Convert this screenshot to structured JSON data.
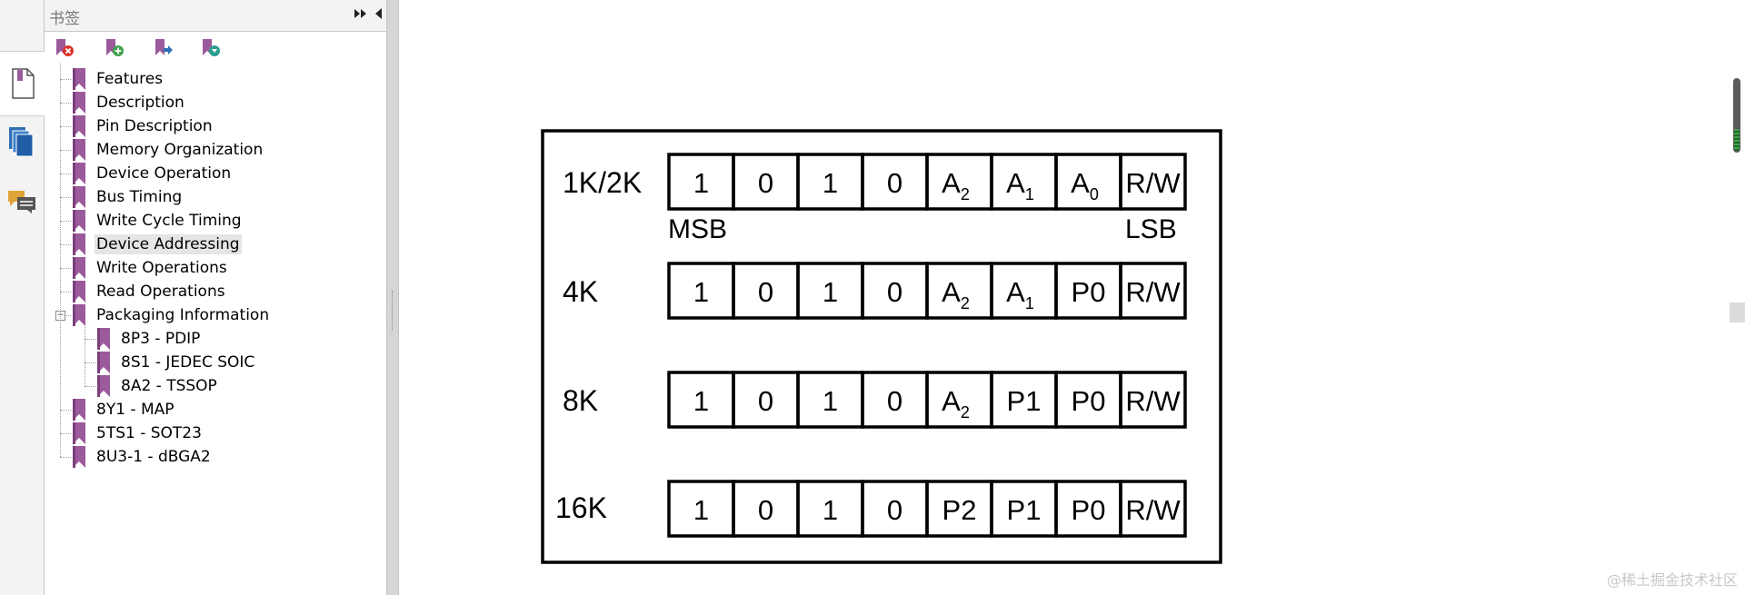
{
  "bookmark_panel": {
    "title": "书签",
    "toolbar_icons": [
      "delete-bookmark-icon",
      "add-bookmark-icon",
      "go-to-bookmark-icon",
      "bookmark-options-icon"
    ],
    "items": [
      {
        "label": "Features",
        "level": 1,
        "selected": false
      },
      {
        "label": "Description",
        "level": 1,
        "selected": false
      },
      {
        "label": "Pin Description",
        "level": 1,
        "selected": false
      },
      {
        "label": "Memory Organization",
        "level": 1,
        "selected": false
      },
      {
        "label": "Device Operation",
        "level": 1,
        "selected": false
      },
      {
        "label": "Bus Timing",
        "level": 1,
        "selected": false
      },
      {
        "label": "Write Cycle Timing",
        "level": 1,
        "selected": false
      },
      {
        "label": "Device Addressing",
        "level": 1,
        "selected": true
      },
      {
        "label": "Write Operations",
        "level": 1,
        "selected": false
      },
      {
        "label": "Read Operations",
        "level": 1,
        "selected": false
      },
      {
        "label": "Packaging Information",
        "level": 1,
        "selected": false,
        "expanded": true
      },
      {
        "label": "8P3 - PDIP",
        "level": 2,
        "selected": false
      },
      {
        "label": "8S1 - JEDEC SOIC",
        "level": 2,
        "selected": false
      },
      {
        "label": "8A2 - TSSOP",
        "level": 2,
        "selected": false
      },
      {
        "label": "8Y1 - MAP",
        "level": 1,
        "selected": false
      },
      {
        "label": "5TS1 - SOT23",
        "level": 1,
        "selected": false
      },
      {
        "label": "8U3-1 - dBGA2",
        "level": 1,
        "selected": false
      }
    ]
  },
  "side_strip": {
    "icons": [
      "page-thumbnail-icon",
      "layers-icon",
      "comments-icon"
    ]
  },
  "document": {
    "figure": {
      "rows": [
        {
          "label": "1K/2K",
          "cells": [
            {
              "t": "1"
            },
            {
              "t": "0"
            },
            {
              "t": "1"
            },
            {
              "t": "0"
            },
            {
              "t": "A",
              "s": "2"
            },
            {
              "t": "A",
              "s": "1"
            },
            {
              "t": "A",
              "s": "0"
            },
            {
              "t": "R/W"
            }
          ]
        },
        {
          "label": "4K",
          "cells": [
            {
              "t": "1"
            },
            {
              "t": "0"
            },
            {
              "t": "1"
            },
            {
              "t": "0"
            },
            {
              "t": "A",
              "s": "2"
            },
            {
              "t": "A",
              "s": "1"
            },
            {
              "t": "P0"
            },
            {
              "t": "R/W"
            }
          ]
        },
        {
          "label": "8K",
          "cells": [
            {
              "t": "1"
            },
            {
              "t": "0"
            },
            {
              "t": "1"
            },
            {
              "t": "0"
            },
            {
              "t": "A",
              "s": "2"
            },
            {
              "t": "P1"
            },
            {
              "t": "P0"
            },
            {
              "t": "R/W"
            }
          ]
        },
        {
          "label": "16K",
          "cells": [
            {
              "t": "1"
            },
            {
              "t": "0"
            },
            {
              "t": "1"
            },
            {
              "t": "0"
            },
            {
              "t": "P2"
            },
            {
              "t": "P1"
            },
            {
              "t": "P0"
            },
            {
              "t": "R/W"
            }
          ]
        }
      ],
      "msb_label": "MSB",
      "lsb_label": "LSB"
    }
  },
  "watermark": "@稀土掘金技术社区",
  "colors": {
    "bookmark_purple": "#9b5a9c",
    "selected_bg": "#e5e5e5"
  }
}
